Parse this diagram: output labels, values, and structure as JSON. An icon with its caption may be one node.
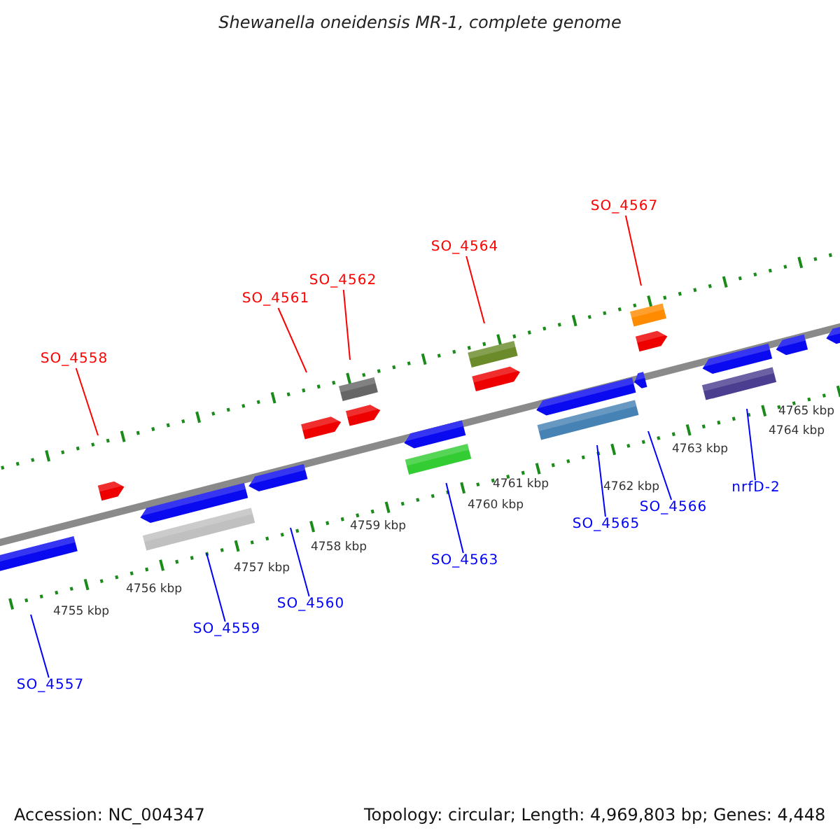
{
  "diagram": {
    "title": "Shewanella oneidensis MR-1, complete genome",
    "nodes": [
      {
        "text": [
          "SO_4557"
        ]
      },
      {
        "text": [
          "SO_4558"
        ]
      },
      {
        "text": [
          "SO_4559"
        ]
      },
      {
        "text": [
          "SO_4560"
        ]
      },
      {
        "text": [
          "SO_4561"
        ]
      },
      {
        "text": [
          "SO_4562"
        ]
      },
      {
        "text": [
          "SO_4563"
        ]
      },
      {
        "text": [
          "SO_4564"
        ]
      },
      {
        "text": [
          "SO_4565"
        ]
      },
      {
        "text": [
          "SO_4566"
        ]
      },
      {
        "text": [
          "SO_4567"
        ]
      },
      {
        "text": [
          "nrfD-2"
        ]
      }
    ],
    "edges": [
      {
        "from": 0,
        "to": null,
        "arrow": "none"
      },
      {
        "from": 1,
        "to": null,
        "arrow": "none",
        "color": "#ff0000"
      },
      {
        "from": 2,
        "to": null,
        "arrow": "none"
      },
      {
        "from": 3,
        "to": null,
        "arrow": "none"
      },
      {
        "from": 4,
        "to": null,
        "arrow": "none",
        "color": "#ff0000"
      },
      {
        "from": 5,
        "to": null,
        "arrow": "none",
        "color": "#ff0000"
      },
      {
        "from": 6,
        "to": null,
        "arrow": "none"
      },
      {
        "from": 7,
        "to": null,
        "arrow": "none",
        "color": "#ff0000"
      },
      {
        "from": 8,
        "to": null,
        "arrow": "none"
      },
      {
        "from": 9,
        "to": null,
        "arrow": "none"
      },
      {
        "from": 10,
        "to": null,
        "arrow": "none",
        "color": "#ff0000"
      },
      {
        "from": 11,
        "to": null,
        "arrow": "none"
      }
    ],
    "labels": [
      "4755 kbp",
      "4756 kbp",
      "4757 kbp",
      "4758 kbp",
      "4759 kbp",
      "4760 kbp",
      "4761 kbp",
      "4762 kbp",
      "4763 kbp",
      "4764 kbp",
      "4765 kbp",
      "Accession: NC_004347",
      "Topology: circular; Length: 4,969,803 bp; Genes: 4,448"
    ]
  }
}
